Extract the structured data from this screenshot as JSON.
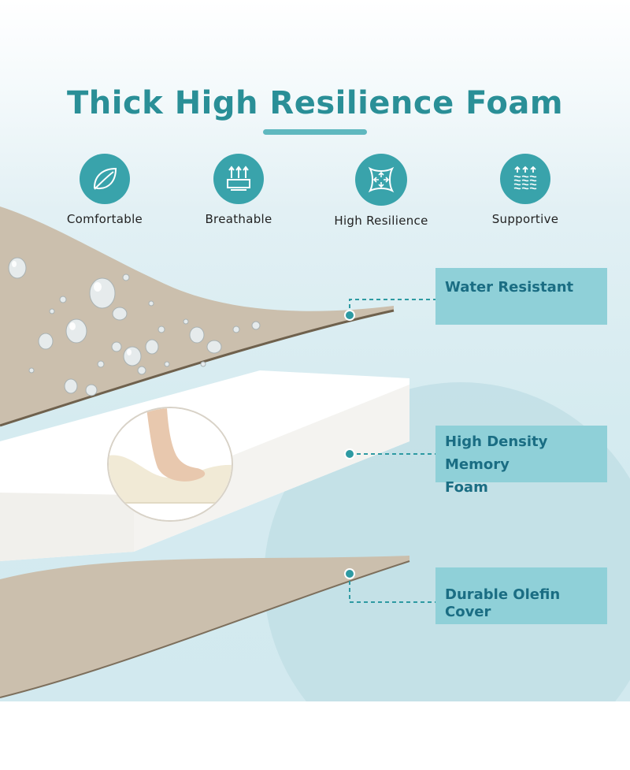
{
  "title": "Thick High Resilience Foam",
  "features": [
    {
      "label": "Comfortable",
      "icon": "leaf-icon"
    },
    {
      "label": "Breathable",
      "icon": "airflow-icon"
    },
    {
      "label": "High Resilience",
      "icon": "compression-icon"
    },
    {
      "label": "Supportive",
      "icon": "springs-icon"
    }
  ],
  "callouts": {
    "water_resistant": "Water Resistant",
    "memory_foam_line1": "High Density Memory",
    "memory_foam_line2": "Foam",
    "olefin_cover": "Durable Olefin Cover"
  },
  "colors": {
    "accent": "#39a3ab",
    "title": "#2a8f97",
    "callout_bg": "#8fd0d8",
    "callout_text": "#1a6d83",
    "fabric": "#cbbfad",
    "foam": "#ffffff"
  }
}
